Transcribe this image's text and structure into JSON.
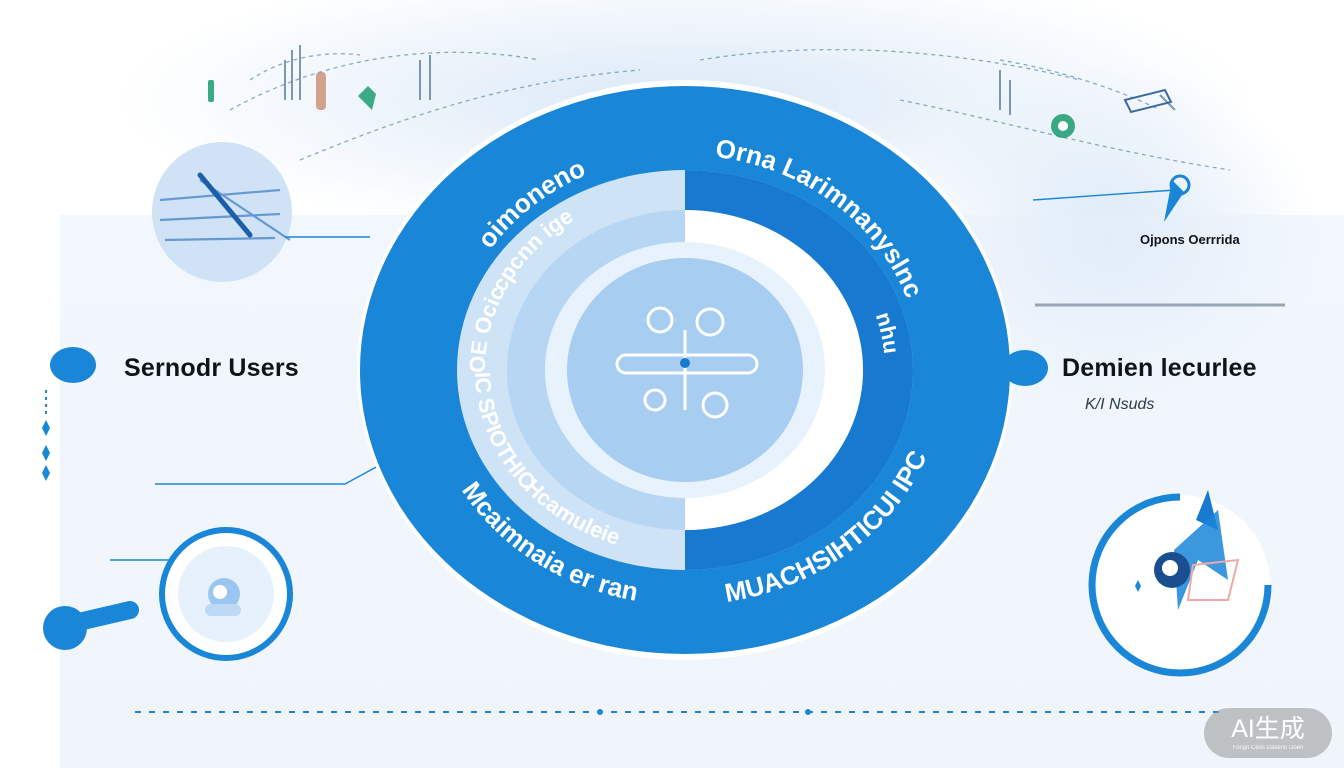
{
  "ring_labels": {
    "outer_top_left": "oimoneno",
    "outer_top_right": "Orna Larimnanyslnc",
    "outer_right": "nhu",
    "outer_bottom_right": "Mcaimnaia er ran",
    "outer_bottom_left": "MUACHSIHTICUI IPC",
    "inner_top_left": "cpcnn ige",
    "inner_left": "UHOE Ocic",
    "inner_right": "JIC SPIOTHIC",
    "inner_lower_right": "Hcamuleie"
  },
  "left_node": {
    "label": "Sernodr Users"
  },
  "right_node": {
    "label": "Demien lecurlee",
    "sublabel": "K/I Nsuds"
  },
  "top_right_node": {
    "label": "Ojpons Oerrrida"
  },
  "watermark": {
    "main": "AI生成",
    "sub": "Focgn Ceos Daserio Doen"
  },
  "colors": {
    "ring_outer": "#1a86d8",
    "ring_mid": "#8fc0ec",
    "ring_inner_light": "#c9e0f6",
    "core": "#a7cdf0",
    "right_half_band": "#1779cf",
    "label_text": "#101418"
  },
  "icons": [
    "cloud-network-icon",
    "user-icon",
    "security-shield-icon",
    "location-pin-icon",
    "chart-icon"
  ]
}
